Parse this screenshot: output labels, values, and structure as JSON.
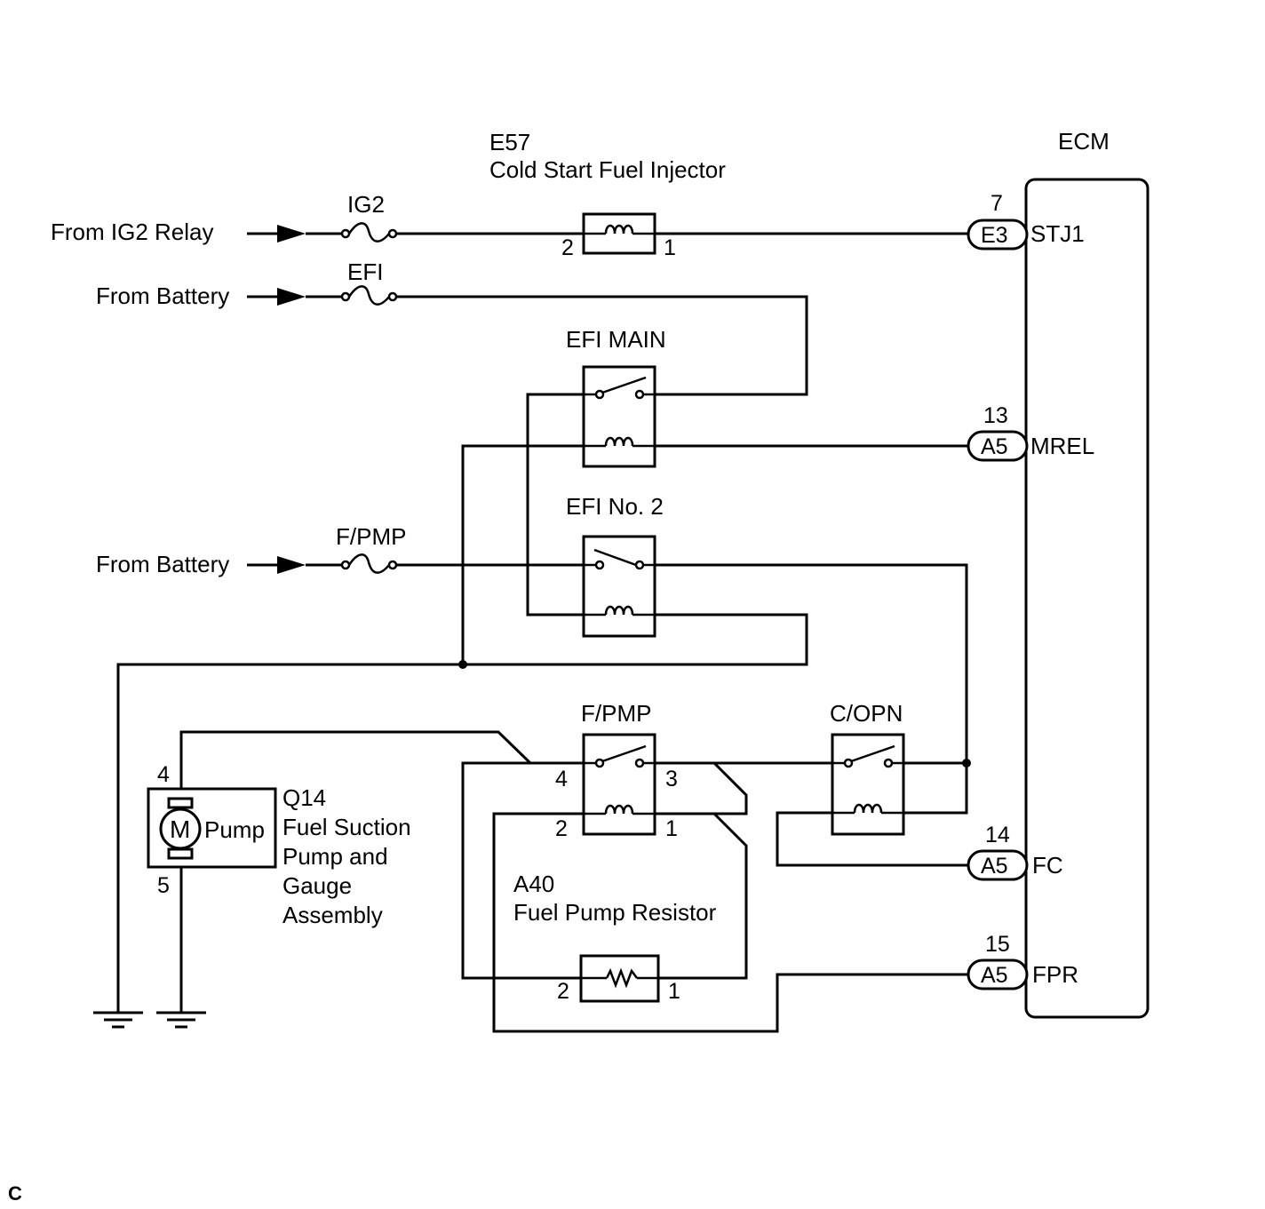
{
  "sources": {
    "ig2_relay": "From IG2 Relay",
    "battery_1": "From Battery",
    "battery_2": "From Battery"
  },
  "fuses": {
    "ig2": "IG2",
    "efi": "EFI",
    "fpmp": "F/PMP"
  },
  "injector": {
    "code": "E57",
    "name": "Cold Start Fuel Injector",
    "pin_left": "2",
    "pin_right": "1"
  },
  "relays": {
    "efi_main": "EFI MAIN",
    "efi_no2": "EFI No. 2",
    "fpmp": "F/PMP",
    "copn": "C/OPN",
    "fpmp_pins": {
      "top_left": "4",
      "top_right": "3",
      "bottom_left": "2",
      "bottom_right": "1"
    }
  },
  "pump": {
    "motor_symbol": "M",
    "label": "Pump",
    "code": "Q14",
    "name_lines": [
      "Fuel Suction",
      "Pump and",
      "Gauge",
      "Assembly"
    ],
    "pin_top": "4",
    "pin_bottom": "5"
  },
  "resistor": {
    "code": "A40",
    "name": "Fuel Pump Resistor",
    "pin_left": "2",
    "pin_right": "1"
  },
  "ecm": {
    "title": "ECM",
    "terminals": [
      {
        "pin": "7",
        "connector": "E3",
        "signal": "STJ1"
      },
      {
        "pin": "13",
        "connector": "A5",
        "signal": "MREL"
      },
      {
        "pin": "14",
        "connector": "A5",
        "signal": "FC"
      },
      {
        "pin": "15",
        "connector": "A5",
        "signal": "FPR"
      }
    ]
  },
  "corner_mark": "C"
}
